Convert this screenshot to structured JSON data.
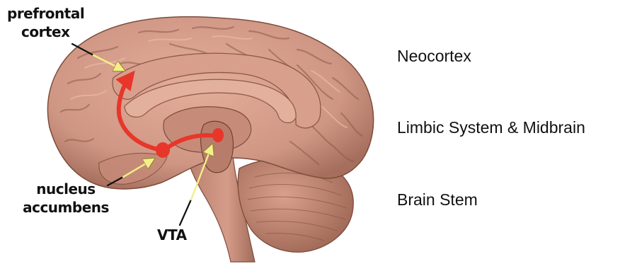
{
  "labels": {
    "prefrontal_line1": "prefrontal",
    "prefrontal_line2": "cortex",
    "nucleus_line1": "nucleus",
    "nucleus_line2": "accumbens",
    "vta": "VTA"
  },
  "legend": {
    "neocortex": "Neocortex",
    "limbic": "Limbic System & Midbrain",
    "brainstem": "Brain Stem"
  },
  "colors": {
    "brain_fill": "#cf9684",
    "brain_shadow": "#9a6655",
    "brain_highlight": "#e8b7a5",
    "pathway": "#e8362a",
    "pointer_arrow": "#f4ef8a",
    "leader_line": "#111111"
  }
}
